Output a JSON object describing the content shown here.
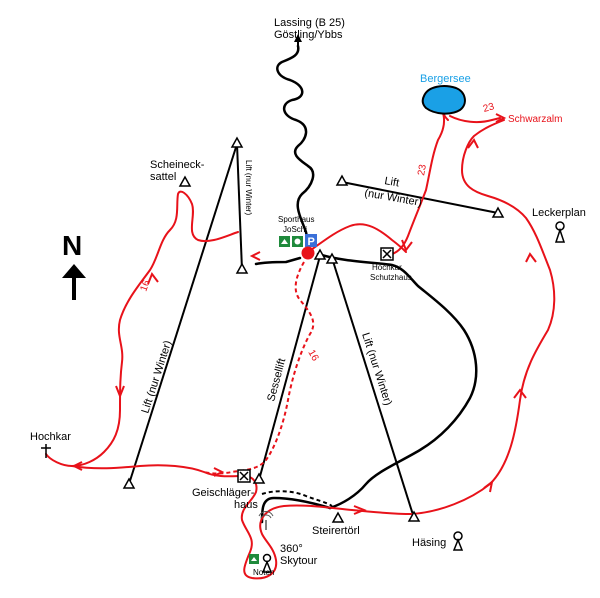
{
  "map": {
    "north_label": "N",
    "road_top": {
      "line1": "Lassing (B 25)",
      "line2": "Göstling/Ybbs"
    },
    "lake": "Bergersee",
    "places": {
      "schwarzalm": "Schwarzalm",
      "leckerplan": "Leckerplan",
      "scheineck_line1": "Scheineck-",
      "scheineck_line2": "sattel",
      "hochkar": "Hochkar",
      "geischlaeger_line1": "Geischläger-",
      "geischlaeger_line2": "haus",
      "steirertoerl": "Steirertörl",
      "haesing": "Häsing",
      "skytour_line1": "360°",
      "skytour_line2": "Skytour",
      "noten": "Noten",
      "sporthaus_line1": "Sporthaus",
      "sporthaus_line2": "JoSchi",
      "schutzhaus_line1": "Hochkar",
      "schutzhaus_line2": "Schutzhaus",
      "parking": "P"
    },
    "lifts": {
      "lift_top_line1": "Lift",
      "lift_top_line2": "(nur Winter)",
      "lift_small": "Lift (nur Winter)",
      "lift_left": "Lift (nur Winter)",
      "sessellift": "Sessellift",
      "lift_right": "Lift (nur Winter)"
    },
    "trail_numbers": {
      "t16_left": "16",
      "t16_mid": "16",
      "t23_top": "23",
      "t23_side": "23"
    },
    "colors": {
      "trail": "#e8121a",
      "lake": "#1aa0e6",
      "road": "#000000",
      "green_icon": "#1f8a3c",
      "parking": "#3a6fd8"
    }
  }
}
